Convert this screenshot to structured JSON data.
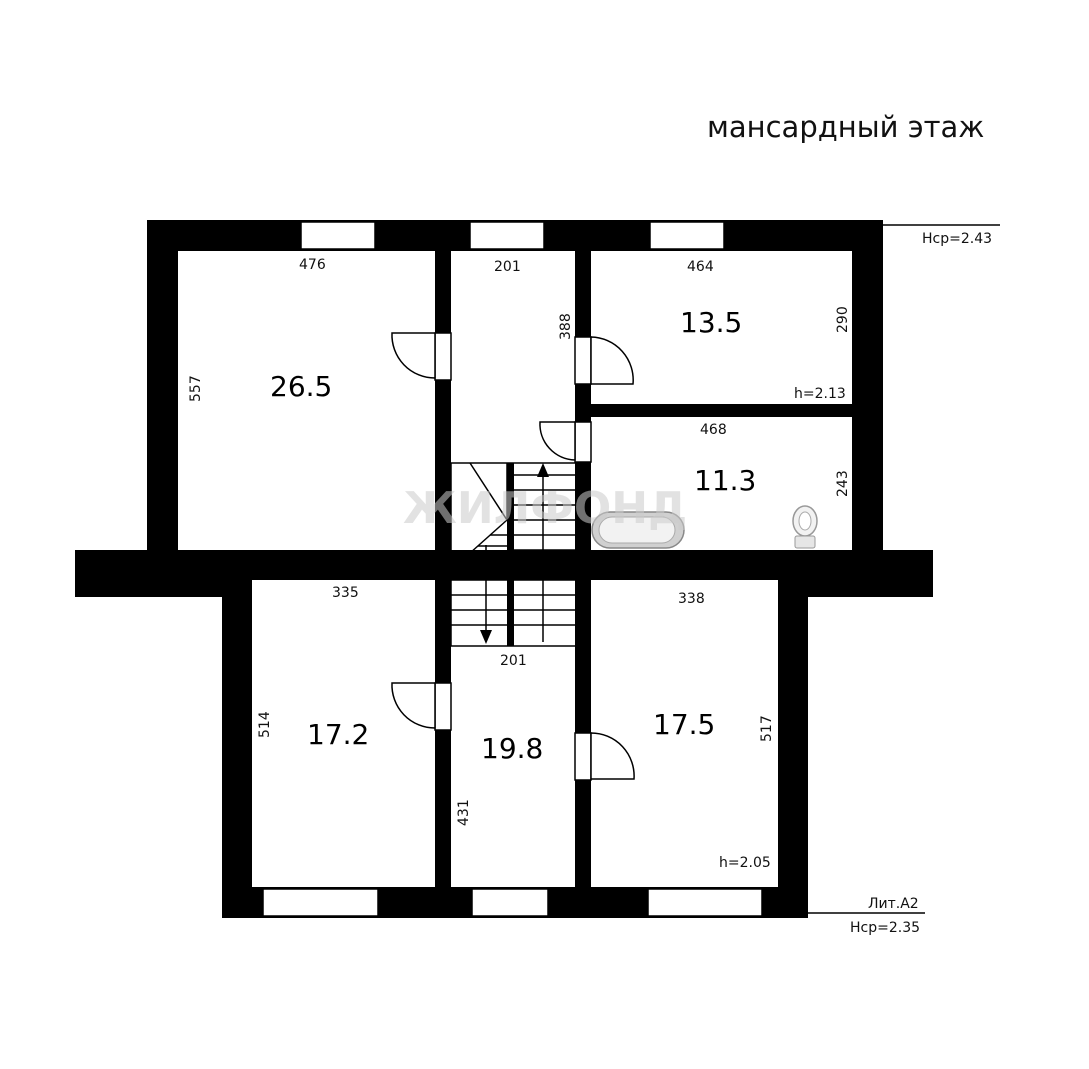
{
  "title": "мансардный этаж",
  "rooms": [
    {
      "id": "room-1",
      "area": "26.5",
      "dims": [
        "476",
        "557"
      ]
    },
    {
      "id": "room-2",
      "area": "13.5",
      "dims": [
        "464",
        "290"
      ],
      "height": "h=2.13"
    },
    {
      "id": "room-3",
      "area": "11.3",
      "dims": [
        "468",
        "243"
      ]
    },
    {
      "id": "room-4",
      "area": "17.2",
      "dims": [
        "335",
        "514"
      ]
    },
    {
      "id": "room-5",
      "area": "19.8",
      "dims": [
        "201",
        "431"
      ]
    },
    {
      "id": "room-6",
      "area": "17.5",
      "dims": [
        "338",
        "517"
      ],
      "height": "h=2.05"
    }
  ],
  "hall_dims": {
    "top_width": "201",
    "height": "388"
  },
  "labels": {
    "hcp_top": "Нср=2.43",
    "lit": "Лит.А2",
    "hcp_bottom": "Нср=2.35"
  },
  "watermark": "ЖИЛФОНД"
}
